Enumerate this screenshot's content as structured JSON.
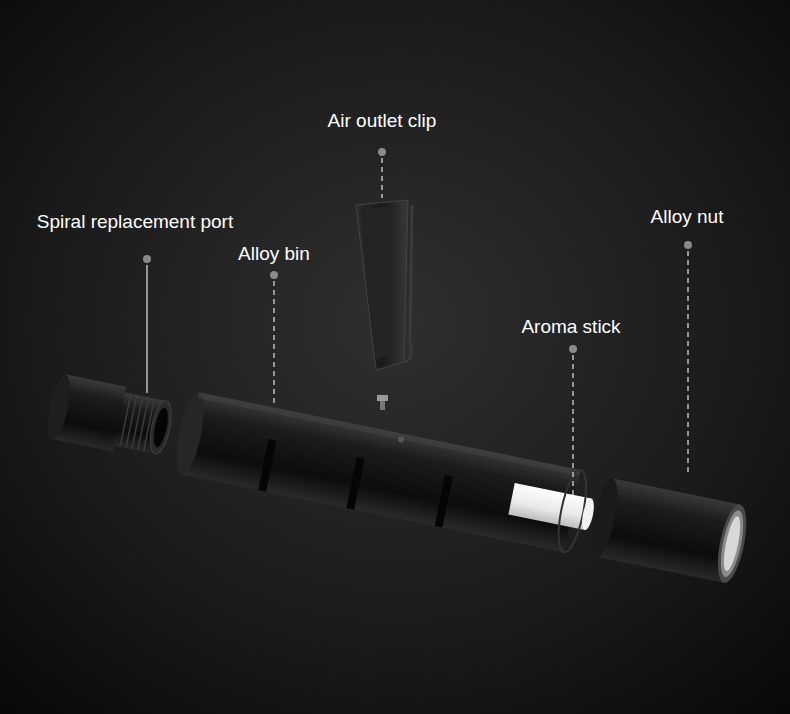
{
  "diagram": {
    "labels": [
      "Air outlet clip",
      "Alloy nut",
      "Spiral replacement port",
      "Alloy bin",
      "Aroma stick"
    ]
  }
}
